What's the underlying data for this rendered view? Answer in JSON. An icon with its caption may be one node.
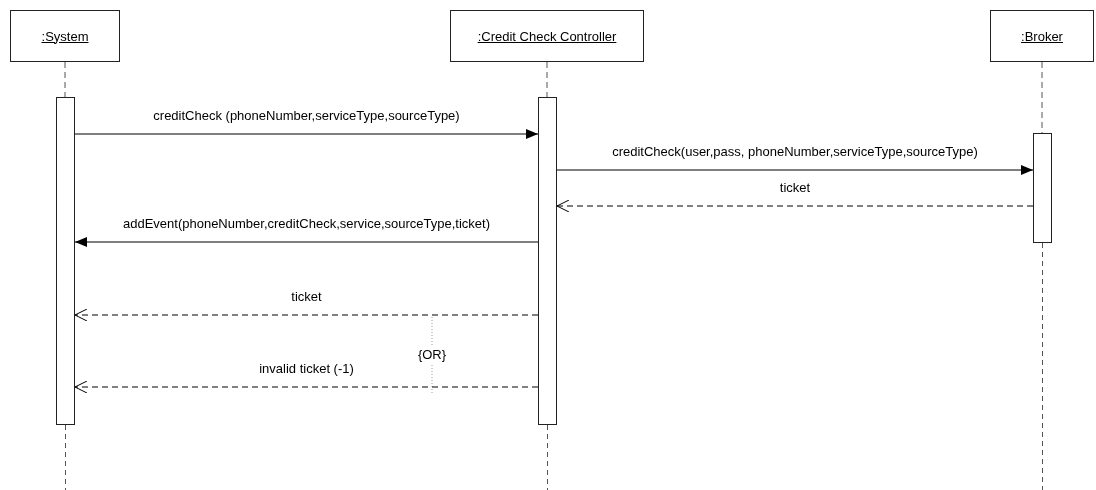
{
  "diagram": {
    "nodes": [
      {
        "text": [
          ":System"
        ]
      },
      {
        "text": [
          ":Credit Check Controller"
        ]
      },
      {
        "text": [
          ":Broker"
        ]
      },
      {
        "text": [],
        "shape": "bar"
      },
      {
        "text": [],
        "shape": "bar"
      },
      {
        "text": [],
        "shape": "bar"
      }
    ],
    "edges": [
      {
        "from": 0,
        "to": 3,
        "arrow": "none",
        "style": "dashed",
        "color": "#555555"
      },
      {
        "from": 1,
        "to": 4,
        "arrow": "none",
        "style": "dashed",
        "color": "#555555"
      },
      {
        "from": 2,
        "to": 5,
        "arrow": "none",
        "style": "dashed",
        "color": "#555555"
      },
      {
        "from": 3,
        "to": 4,
        "arrow": "to",
        "label": "creditCheck (phoneNumber,serviceType,sourceType)"
      },
      {
        "from": 4,
        "to": 5,
        "arrow": "to",
        "label": "creditCheck(user,pass, phoneNumber,serviceType,sourceType)"
      },
      {
        "from": 5,
        "to": 4,
        "arrow": "to",
        "label": "ticket",
        "style": "dashed"
      },
      {
        "from": 4,
        "to": 3,
        "arrow": "to",
        "label": "addEvent(phoneNumber,creditCheck,service,sourceType,ticket)"
      },
      {
        "from": 4,
        "to": 3,
        "arrow": "to",
        "label": "ticket",
        "style": "dashed"
      },
      {
        "from": 4,
        "to": 3,
        "arrow": "to",
        "label": "invalid ticket (-1)",
        "style": "dashed"
      }
    ],
    "labels": [
      "{OR}"
    ]
  }
}
